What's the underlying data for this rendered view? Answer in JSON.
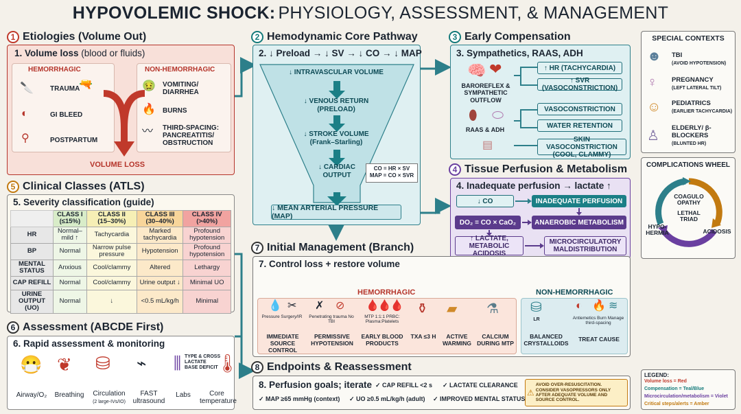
{
  "title": {
    "bold": "HYPOVOLEMIC SHOCK:",
    "rest": " PHYSIOLOGY, ASSESSMENT, & MANAGEMENT"
  },
  "s1": {
    "num": "1",
    "heading": "Etiologies (Volume Out)",
    "sub_bold": "1. Volume loss",
    "sub_rest": " (blood or fluids)",
    "hem_head": "HEMORRHAGIC",
    "nonhem_head": "NON-HEMORRHAGIC",
    "hem_items": [
      "TRAUMA",
      "GI BLEED",
      "POSTPARTUM"
    ],
    "nonhem_items": [
      "VOMITING/ DIARRHEA",
      "BURNS",
      "THIRD-SPACING: PANCREATITIS/ OBSTRUCTION"
    ],
    "result": "VOLUME LOSS"
  },
  "s2": {
    "num": "2",
    "heading": "Hemodynamic Core Pathway",
    "sub": "2. ↓ Preload → ↓ SV → ↓ CO → ↓ MAP",
    "steps": [
      "↓ INTRAVASCULAR VOLUME",
      "↓ VENOUS RETURN (PRELOAD)",
      "↓ STROKE VOLUME (Frank–Starling)",
      "↓ CARDIAC OUTPUT"
    ],
    "formula1": "CO = HR × SV",
    "formula2": "MAP = CO × SVR",
    "map": "↓ MEAN ARTERIAL PRESSURE (MAP)"
  },
  "s3": {
    "num": "3",
    "heading": "Early Compensation",
    "sub": "3. Sympathetics, RAAS, ADH",
    "baro": "BAROREFLEX & SYMPATHETIC OUTFLOW",
    "raas": "RAAS & ADH",
    "effects": [
      "↑ HR (TACHYCARDIA)",
      "↑ SVR (VASOCONSTRICTION)",
      "VASOCONSTRICTION",
      "WATER RETENTION",
      "SKIN VASOCONSTRICTION (COOL, CLAMMY)"
    ]
  },
  "s4": {
    "num": "4",
    "heading": "Tissue Perfusion & Metabolism",
    "sub": "4. Inadequate perfusion → lactate ↑",
    "items": [
      "↓ CO",
      "INADEQUATE PERFUSION",
      "DO₂ = CO × CaO₂",
      "ANAEROBIC METABOLISM",
      "↑ LACTATE, METABOLIC ACIDOSIS",
      "MICROCIRCULATORY MALDISTRIBUTION"
    ]
  },
  "s5": {
    "num": "5",
    "heading": "Clinical Classes (ATLS)",
    "sub": "5. Severity classification (guide)",
    "cols": [
      {
        "name": "CLASS I",
        "range": "(≤15%)"
      },
      {
        "name": "CLASS II",
        "range": "(15–30%)"
      },
      {
        "name": "CLASS III",
        "range": "(30–40%)"
      },
      {
        "name": "CLASS IV",
        "range": "(>40%)"
      }
    ],
    "rows": [
      {
        "h": "HR",
        "c": [
          "Normal–mild ↑",
          "Tachycardia",
          "Marked tachycardia",
          "Profound hypotension"
        ]
      },
      {
        "h": "BP",
        "c": [
          "Normal",
          "Narrow pulse pressure",
          "Hypotension",
          "Profound hypotension"
        ]
      },
      {
        "h": "MENTAL STATUS",
        "c": [
          "Anxious",
          "Cool/clammy",
          "Altered",
          "Lethargy"
        ]
      },
      {
        "h": "CAP REFILL",
        "c": [
          "Normal",
          "Cool/clammy",
          "Urine output ↓",
          "Minimal UO"
        ]
      },
      {
        "h": "URINE OUTPUT (UO)",
        "c": [
          "Normal",
          "↓",
          "<0.5 mL/kg/h",
          "Minimal"
        ]
      }
    ]
  },
  "s6": {
    "num": "6",
    "heading": "Assessment (ABCDE First)",
    "sub": "6. Rapid assessment & monitoring",
    "items": [
      {
        "l": "Airway/O₂",
        "s": ""
      },
      {
        "l": "Breathing",
        "s": ""
      },
      {
        "l": "Circulation",
        "s": "(2 large-IVs/IO)"
      },
      {
        "l": "FAST ultrasound",
        "s": ""
      },
      {
        "l": "Labs",
        "s": ""
      },
      {
        "l": "Core temperature",
        "s": ""
      }
    ],
    "labs": [
      "TYPE & CROSS",
      "LACTATE",
      "BASE DEFICIT"
    ]
  },
  "s7": {
    "num": "7",
    "heading": "Initial Management (Branch)",
    "sub": "7. Control loss + restore volume",
    "hem_head": "HEMORRHAGIC",
    "nonhem_head": "NON-HEMORRHAGIC",
    "hem_items": [
      {
        "l": "IMMEDIATE SOURCE CONTROL",
        "d": "Pressure  Surgery/IR"
      },
      {
        "l": "PERMISSIVE HYPOTENSION",
        "d": "Penetrating trauma  No TBI"
      },
      {
        "l": "EARLY BLOOD PRODUCTS",
        "d": "MTP 1:1:1 PRBC: Plasma:Platelets"
      },
      {
        "l": "TXA ≤3 H",
        "d": ""
      },
      {
        "l": "ACTIVE WARMING",
        "d": ""
      },
      {
        "l": "CALCIUM DURING MTP",
        "d": ""
      }
    ],
    "nonhem_items": [
      {
        "l": "BALANCED CRYSTALLOIDS",
        "d": "LR"
      },
      {
        "l": "TREAT CAUSE",
        "d": "Antiemetics  Burn  Manage third-spacing"
      }
    ]
  },
  "s8": {
    "num": "8",
    "heading": "Endpoints & Reassessment",
    "sub": "8. Perfusion goals; iterate",
    "goals": [
      "✓ CAP REFILL <2 s",
      "✓ LACTATE CLEARANCE",
      "✓ MAP ≥65 mmHg (context)",
      "✓ UO ≥0.5 mL/kg/h (adult)",
      "✓ IMPROVED MENTAL STATUS"
    ],
    "warning": "AVOID OVER-RESUSCITATION. CONSIDER VASOPRESSORS ONLY AFTER ADEQUATE VOLUME AND SOURCE CONTROL."
  },
  "special": {
    "heading": "SPECIAL CONTEXTS",
    "items": [
      {
        "t": "TBI",
        "s": "(AVOID HYPOTENSION)"
      },
      {
        "t": "PREGNANCY",
        "s": "(LEFT LATERAL TILT)"
      },
      {
        "t": "PEDIATRICS",
        "s": "(EARLIER TACHYCARDIA)"
      },
      {
        "t": "ELDERLY/ β-BLOCKERS",
        "s": "(BLUNTED HR)"
      }
    ]
  },
  "wheel": {
    "heading": "COMPLICATIONS WHEEL",
    "top": "COAGULO OPATHY",
    "center": "LETHAL TRIAD",
    "left": "HYPO- HERMIA",
    "right": "ACIDOSIS"
  },
  "legend": {
    "head": "LEGEND:",
    "items": [
      {
        "t": "Volume loss = Red",
        "c": "#c0392b"
      },
      {
        "t": "Compensation = Teal/Blue",
        "c": "#137a7a"
      },
      {
        "t": "Microcirculation/metabolism = Violet",
        "c": "#6a3fa0"
      },
      {
        "t": "Critical steps/alerts = Amber",
        "c": "#c27a10"
      }
    ]
  },
  "colors": {
    "red": "#c0392b",
    "teal": "#137a7a",
    "violet": "#6a3fa0",
    "amber": "#c27a10"
  }
}
